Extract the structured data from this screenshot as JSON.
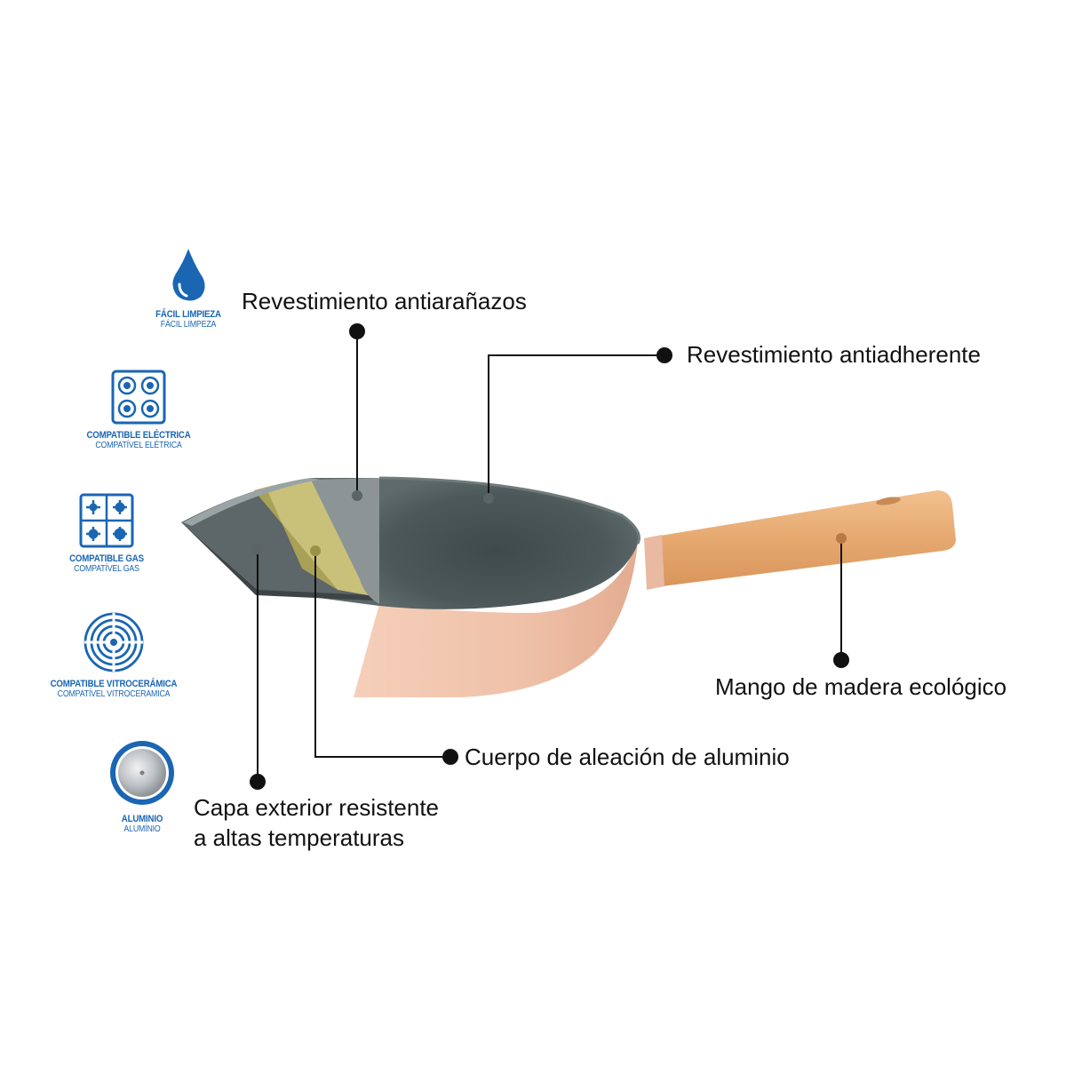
{
  "features": [
    {
      "icon": "water-drop-icon",
      "label": "FÁCIL LIMPIEZA",
      "sublabel": "FÁCIL LIMPEZA"
    },
    {
      "icon": "electric-hob-icon",
      "label": "COMPATIBLE ELÉCTRICA",
      "sublabel": "COMPATÍVEL ELÉTRICA"
    },
    {
      "icon": "gas-hob-icon",
      "label": "COMPATIBLE GAS",
      "sublabel": "COMPATÍVEL GAS"
    },
    {
      "icon": "induction-coil-icon",
      "label": "COMPATIBLE VITROCERÁMICA",
      "sublabel": "COMPATÍVEL VITROCERAMICA"
    },
    {
      "icon": "aluminium-disc-icon",
      "label": "ALUMINIO",
      "sublabel": "ALUMÍNIO"
    }
  ],
  "callouts": {
    "scratch": "Revestimiento antiarañazos",
    "nonstick": "Revestimiento antiadherente",
    "handle": "Mango de madera ecológico",
    "body": "Cuerpo de aleación de aluminio",
    "exterior_line1": "Capa exterior resistente",
    "exterior_line2": "a altas temperaturas"
  },
  "colors": {
    "icon_blue": "#1a66b3",
    "pan_exterior": "#f0c4ad",
    "pan_interior": "#4f5b5c",
    "handle_wood": "#e8b07e",
    "leader_line": "#111111"
  }
}
